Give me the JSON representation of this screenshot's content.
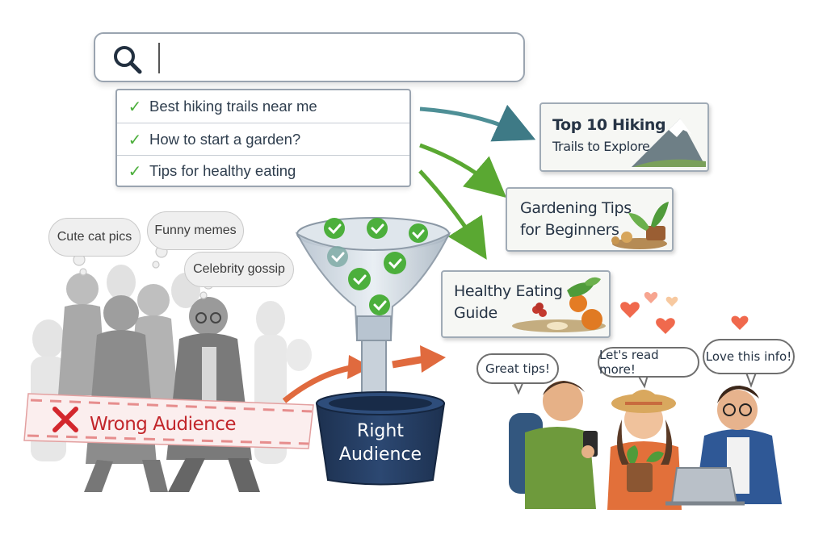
{
  "search": {
    "value": "",
    "placeholder": ""
  },
  "suggestions": [
    {
      "text": "Best hiking trails near me"
    },
    {
      "text": "How to start a garden?"
    },
    {
      "text": "Tips for healthy eating"
    }
  ],
  "results": [
    {
      "line1": "Top 10 Hiking",
      "line2": "Trails to Explore"
    },
    {
      "line1": "Gardening Tips",
      "line2": "for Beginners"
    },
    {
      "line1": "Healthy Eating",
      "line2": "Guide"
    }
  ],
  "crowd_thoughts": [
    "Cute cat pics",
    "Funny memes",
    "Celebrity gossip"
  ],
  "wrong_audience_label": "Wrong Audience",
  "right_audience": {
    "line1": "Right",
    "line2": "Audience"
  },
  "audience_comments": [
    "Great tips!",
    "Let's read more!",
    "Love this info!"
  ],
  "colors": {
    "check_green": "#4caf3c",
    "arrow_green": "#5aa832",
    "arrow_teal": "#4e8f96",
    "arrow_orange": "#e06a3e",
    "wrong_red": "#c2262b",
    "bucket_navy": "#243a5e",
    "heart": "#f0694d"
  }
}
